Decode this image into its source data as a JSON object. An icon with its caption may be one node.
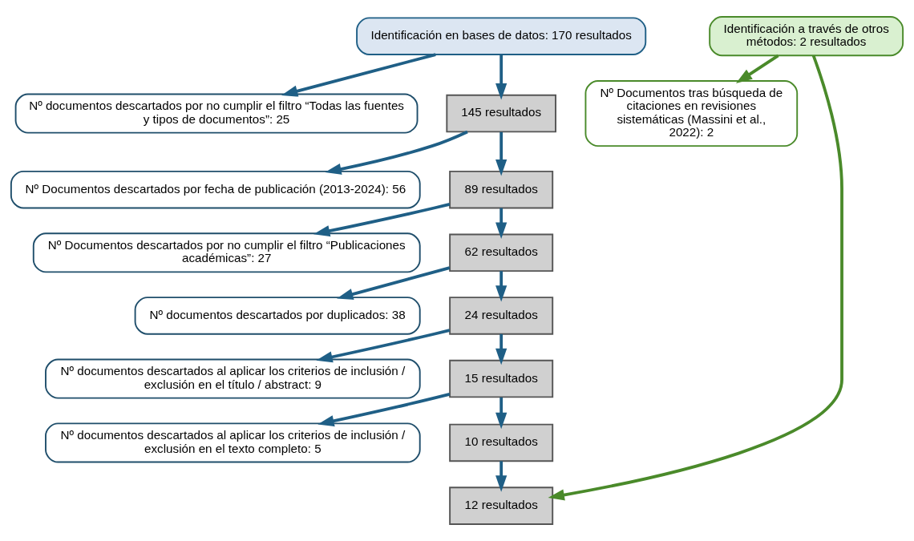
{
  "diagram": {
    "nodes": [
      {
        "text": [
          "Identificación en bases de datos: 170 resultados"
        ]
      },
      {
        "text": [
          "Identificación a través de otros métodos: 2 resultados"
        ]
      },
      {
        "text": [
          "Nº documentos descartados por no cumplir el filtro “Todas las fuentes y tipos de documentos”: 25"
        ]
      },
      {
        "text": [
          "145 resultados"
        ]
      },
      {
        "text": [
          "Nº Documentos descartados por fecha de publicación (2013-2024): 56"
        ]
      },
      {
        "text": [
          "89 resultados"
        ]
      },
      {
        "text": [
          "Nº Documentos descartados por no cumplir el filtro “Publicaciones académicas”: 27"
        ]
      },
      {
        "text": [
          "62 resultados"
        ]
      },
      {
        "text": [
          "Nº documentos descartados por duplicados: 38"
        ]
      },
      {
        "text": [
          "24 resultados"
        ]
      },
      {
        "text": [
          "Nº documentos descartados al aplicar los criterios de inclusión / exclusión en el título / abstract: 9"
        ]
      },
      {
        "text": [
          "15 resultados"
        ]
      },
      {
        "text": [
          "Nº documentos descartados al aplicar los criterios de inclusión / exclusión en el texto completo: 5"
        ]
      },
      {
        "text": [
          "10 resultados"
        ]
      },
      {
        "text": [
          "Nº Documentos tras búsqueda de citaciones en revisiones sistemáticas (Massini et al., 2022): 2"
        ]
      },
      {
        "text": [
          "12 resultados"
        ]
      }
    ],
    "edges": [
      {
        "from": 0,
        "to": 2,
        "arrow": "to"
      },
      {
        "from": 0,
        "to": 3,
        "arrow": "to"
      },
      {
        "from": 3,
        "to": 4,
        "arrow": "to"
      },
      {
        "from": 3,
        "to": 5,
        "arrow": "to"
      },
      {
        "from": 5,
        "to": 6,
        "arrow": "to"
      },
      {
        "from": 5,
        "to": 7,
        "arrow": "to"
      },
      {
        "from": 7,
        "to": 8,
        "arrow": "to"
      },
      {
        "from": 7,
        "to": 9,
        "arrow": "to"
      },
      {
        "from": 9,
        "to": 10,
        "arrow": "to"
      },
      {
        "from": 9,
        "to": 11,
        "arrow": "to"
      },
      {
        "from": 11,
        "to": 12,
        "arrow": "to"
      },
      {
        "from": 11,
        "to": 13,
        "arrow": "to"
      },
      {
        "from": 13,
        "to": 15,
        "arrow": "to"
      },
      {
        "from": 1,
        "to": 14,
        "arrow": "to",
        "color": "#4a8a2a"
      },
      {
        "from": 1,
        "to": 15,
        "arrow": "to",
        "color": "#4a8a2a"
      }
    ]
  }
}
